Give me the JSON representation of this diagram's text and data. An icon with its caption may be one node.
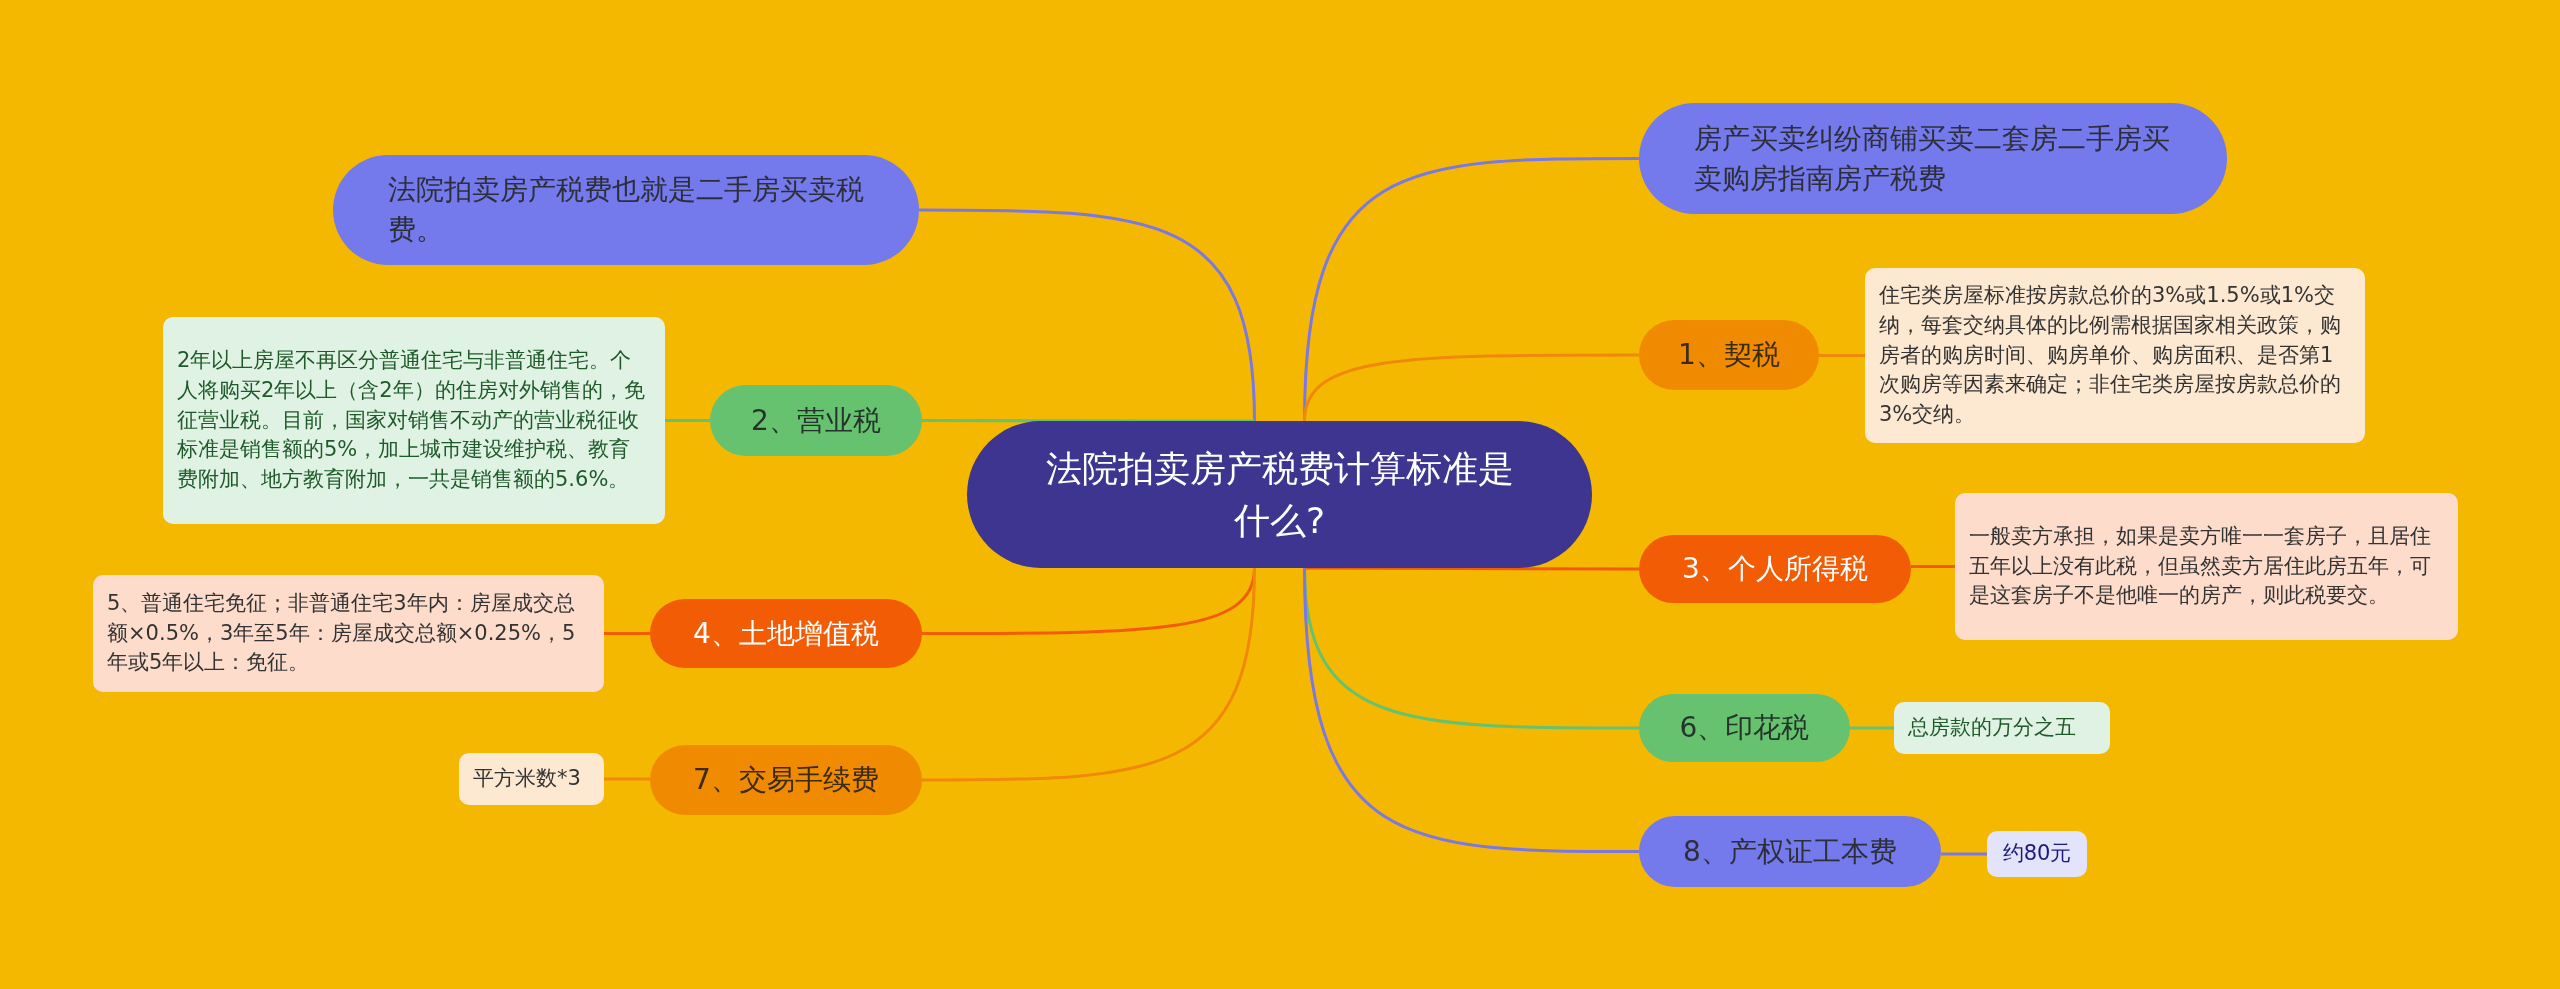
{
  "diagram": {
    "nodes": [
      {
        "text": [
          "法院拍卖房产税费计算标准是什么?"
        ]
      },
      {
        "text": [
          "法院拍卖房产税费也就是二手房买卖税费。"
        ]
      },
      {
        "text": [
          "房产买卖纠纷商铺买卖二套房二手房买卖购房指南房产税费"
        ]
      },
      {
        "text": [
          "1、契税"
        ]
      },
      {
        "text": [
          "住宅类房屋标准按房款总价的3%或1.5%或1%交纳，每套交纳具体的比例需根据国家相关政策，购房者的购房时间、购房单价、购房面积、是否第1次购房等因素来确定；非住宅类房屋按房款总价的3%交纳。"
        ]
      },
      {
        "text": [
          "2、营业税"
        ]
      },
      {
        "text": [
          "2年以上房屋不再区分普通住宅与非普通住宅。个人将购买2年以上（含2年）的住房对外销售的，免征营业税。目前，国家对销售不动产的营业税征收标准是销售额的5%，加上城市建设维护税、教育费附加、地方教育附加，一共是销售额的5.6%。"
        ]
      },
      {
        "text": [
          "3、个人所得税"
        ]
      },
      {
        "text": [
          "一般卖方承担，如果是卖方唯一一套房子，且居住五年以上没有此税，但虽然卖方居住此房五年，可是这套房子不是他唯一的房产，则此税要交。"
        ]
      },
      {
        "text": [
          "4、土地增值税"
        ]
      },
      {
        "text": [
          "5、普通住宅免征；非普通住宅3年内：房屋成交总额×0.5%，3年至5年：房屋成交总额×0.25%，5年或5年以上：免征。"
        ]
      },
      {
        "text": [
          "6、印花税"
        ]
      },
      {
        "text": [
          "总房款的万分之五"
        ]
      },
      {
        "text": [
          "7、交易手续费"
        ]
      },
      {
        "text": [
          "平方米数*3"
        ]
      },
      {
        "text": [
          "8、产权证工本费"
        ]
      },
      {
        "text": [
          "约80元"
        ]
      }
    ],
    "edges": [
      {
        "from": 0,
        "to": 1,
        "arrow": "none",
        "color": "#7b78e6"
      },
      {
        "from": 0,
        "to": 2,
        "arrow": "none",
        "color": "#7b78e6"
      },
      {
        "from": 0,
        "to": 3,
        "arrow": "none",
        "color": "#f0890a"
      },
      {
        "from": 3,
        "to": 4,
        "arrow": "none",
        "color": "#f0890a"
      },
      {
        "from": 0,
        "to": 5,
        "arrow": "none",
        "color": "#66c26e"
      },
      {
        "from": 5,
        "to": 6,
        "arrow": "none",
        "color": "#66c26e"
      },
      {
        "from": 0,
        "to": 7,
        "arrow": "none",
        "color": "#f25c05"
      },
      {
        "from": 7,
        "to": 8,
        "arrow": "none",
        "color": "#f25c05"
      },
      {
        "from": 0,
        "to": 9,
        "arrow": "none",
        "color": "#f25c05"
      },
      {
        "from": 9,
        "to": 10,
        "arrow": "none",
        "color": "#f25c05"
      },
      {
        "from": 0,
        "to": 11,
        "arrow": "none",
        "color": "#66c26e"
      },
      {
        "from": 11,
        "to": 12,
        "arrow": "none",
        "color": "#66c26e"
      },
      {
        "from": 0,
        "to": 13,
        "arrow": "none",
        "color": "#f0890a"
      },
      {
        "from": 13,
        "to": 14,
        "arrow": "none",
        "color": "#f0890a"
      },
      {
        "from": 0,
        "to": 15,
        "arrow": "none",
        "color": "#7b78e6"
      },
      {
        "from": 15,
        "to": 16,
        "arrow": "none",
        "color": "#7b78e6"
      }
    ]
  }
}
